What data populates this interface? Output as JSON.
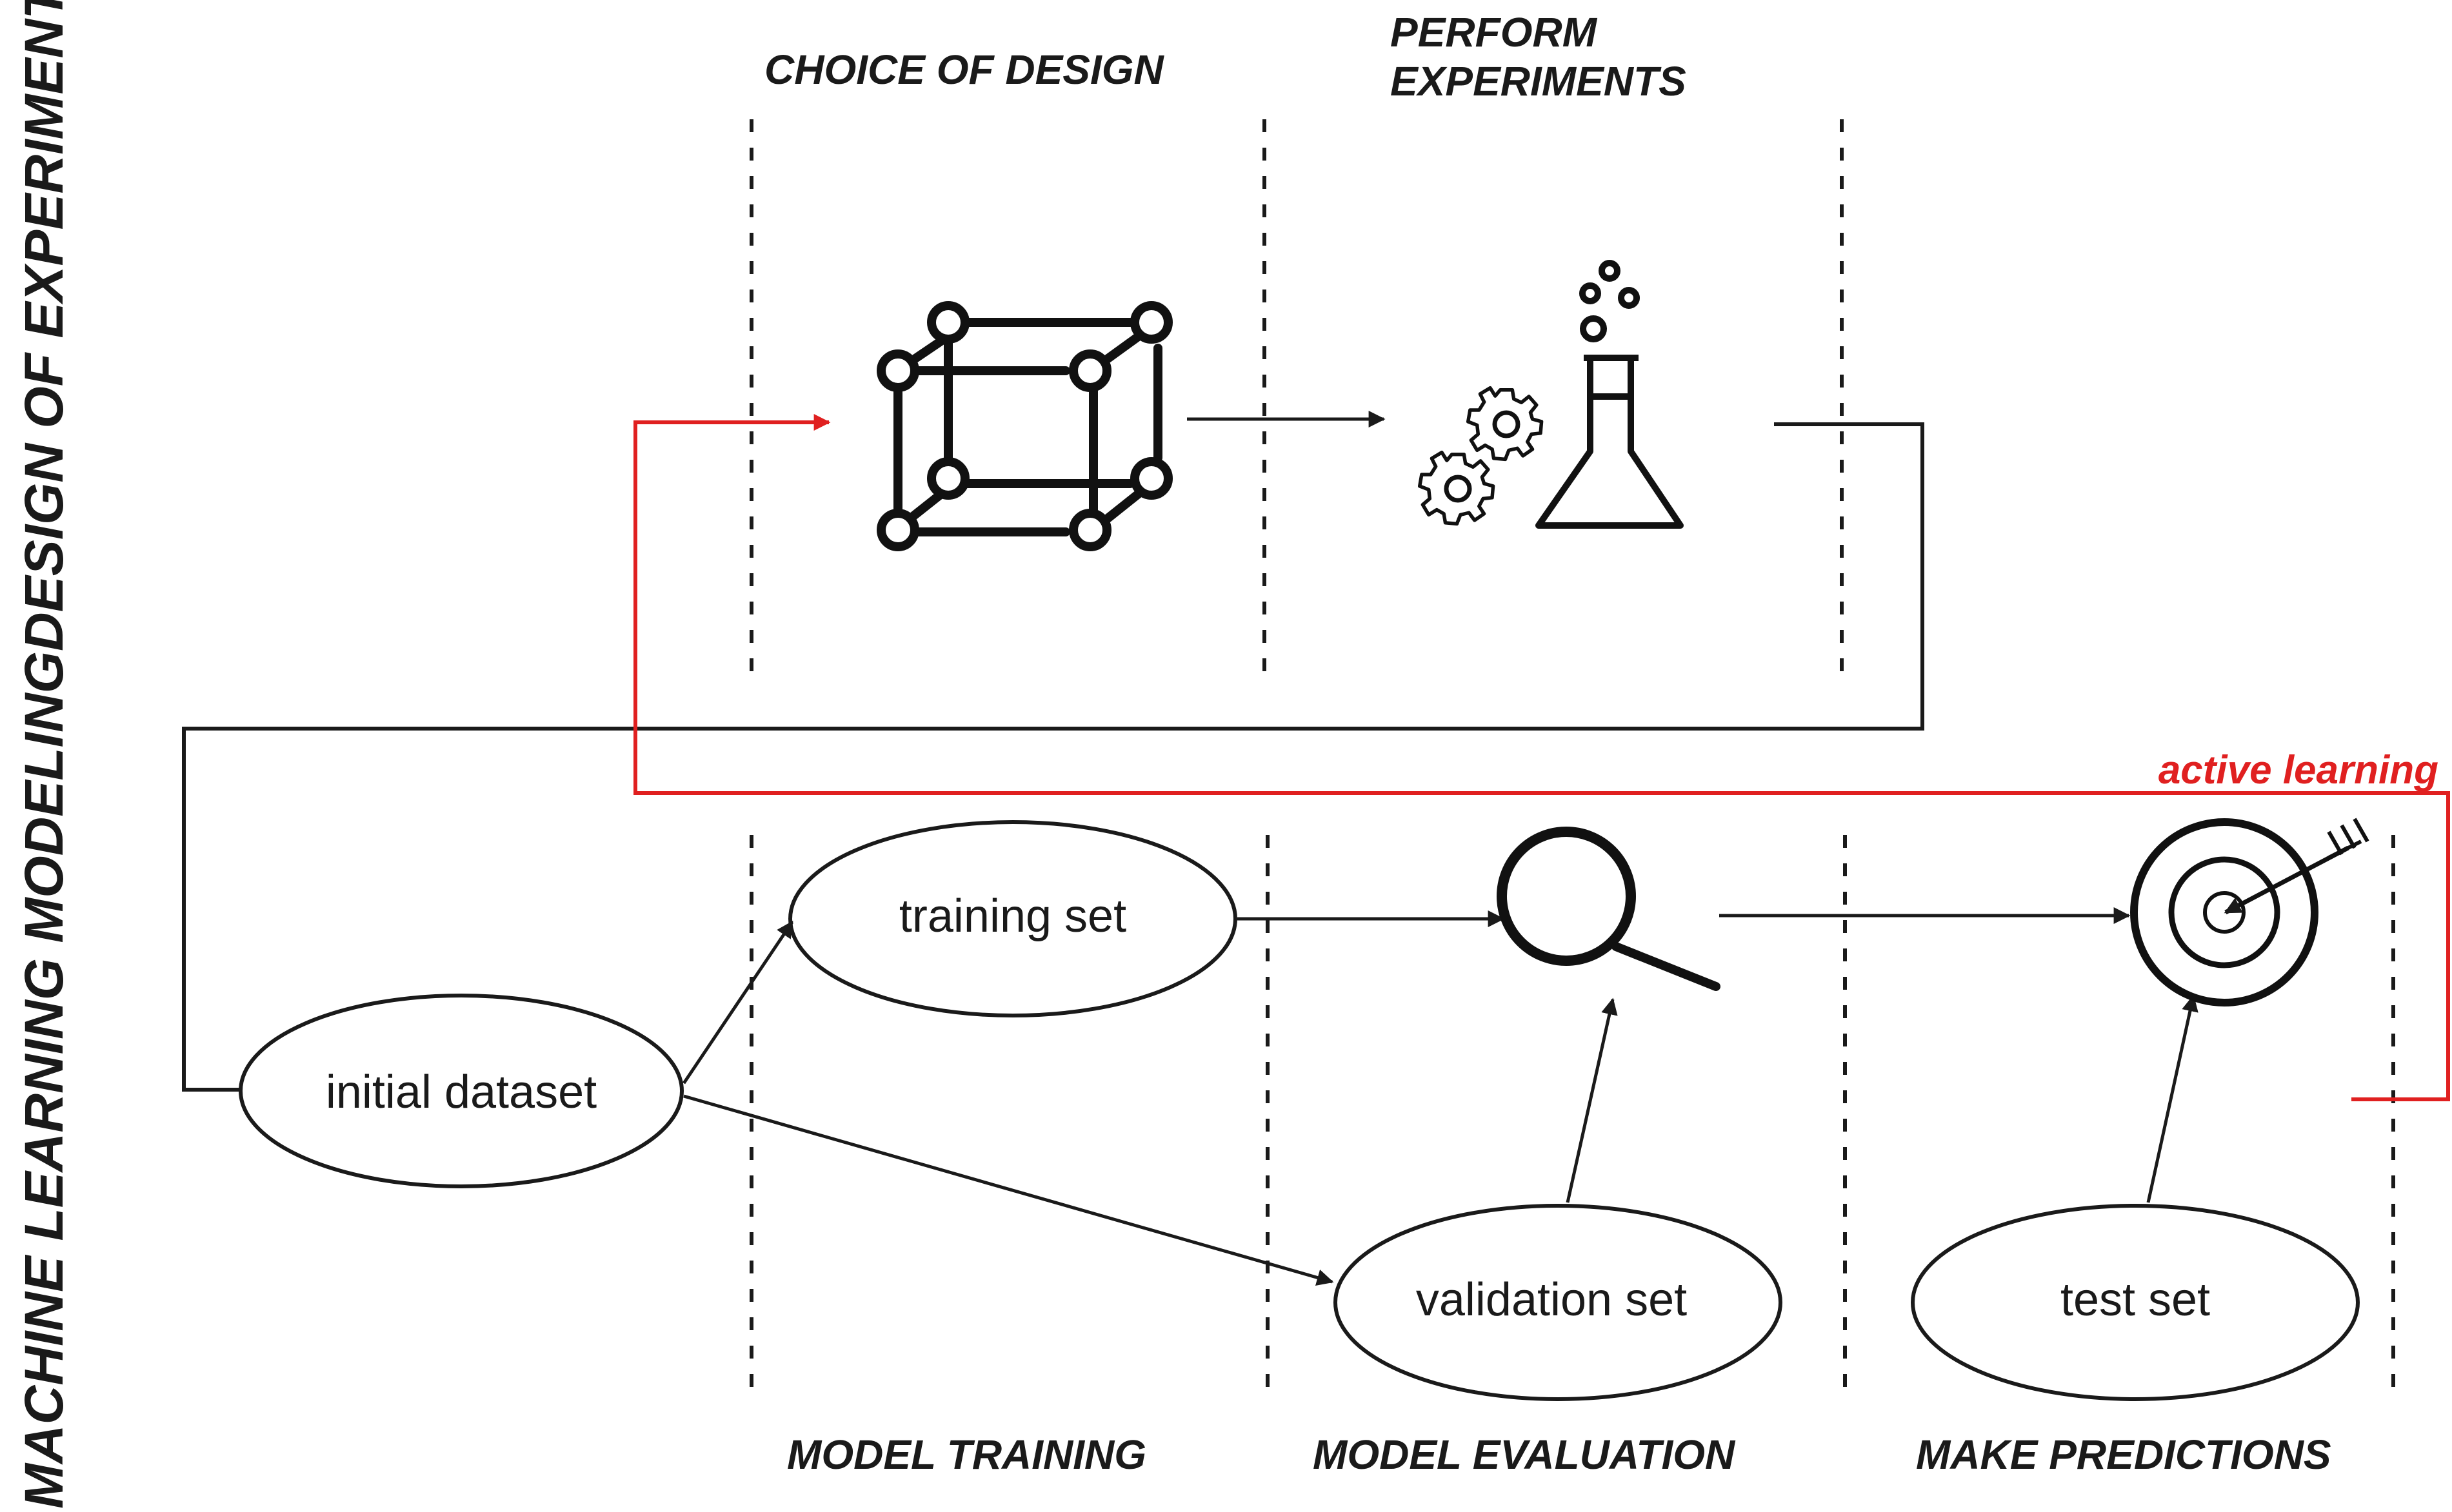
{
  "side_labels": {
    "top": "DESIGN OF EXPERIMENTS",
    "bottom": "MACHINE LEARNING MODELING"
  },
  "top_headers": {
    "choice_of_design": "CHOICE OF DESIGN",
    "perform_experiments_line1": "PERFORM",
    "perform_experiments_line2": "EXPERIMENTS"
  },
  "bottom_headers": {
    "model_training": "MODEL TRAINING",
    "model_evaluation": "MODEL EVALUATION",
    "make_predictions": "MAKE PREDICTIONS"
  },
  "nodes": {
    "initial_dataset": "initial dataset",
    "training_set": "training set",
    "validation_set": "validation set",
    "test_set": "test set"
  },
  "loop_label": "active learning",
  "icons": {
    "design": "cube-icon",
    "experiment": "flask-gears-icon",
    "evaluation": "magnifier-icon",
    "prediction": "target-icon"
  },
  "colors": {
    "line": "#1a1a1a",
    "active_learning": "#e02020"
  }
}
